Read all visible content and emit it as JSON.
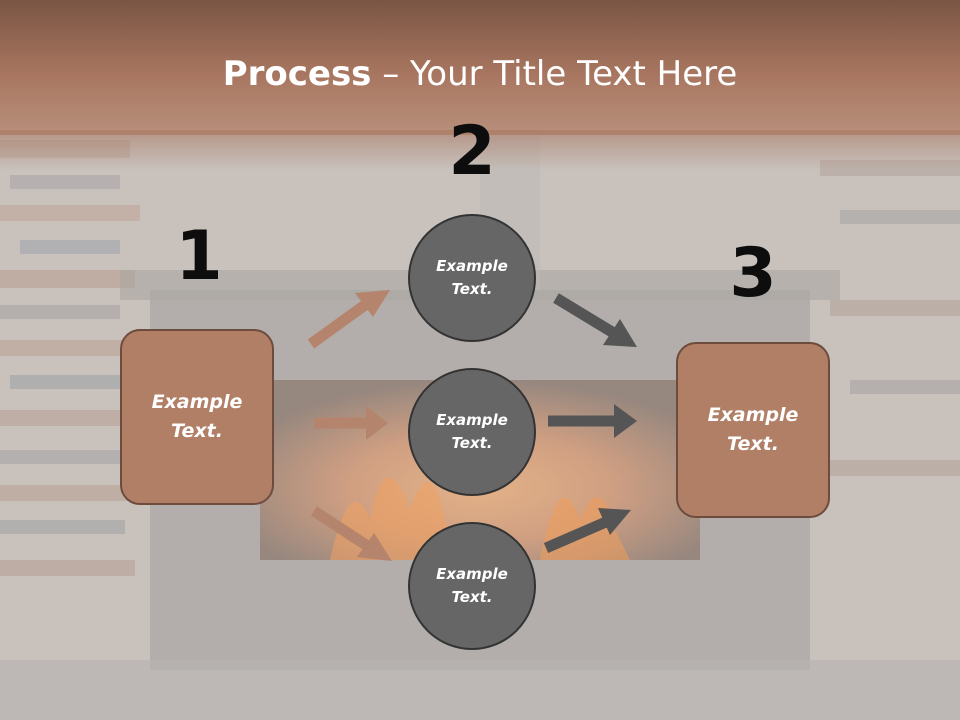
{
  "title": {
    "bold": "Process",
    "rest": " – Your Title Text Here"
  },
  "steps": [
    {
      "number": "1",
      "text_line1": "Example",
      "text_line2": "Text."
    },
    {
      "number": "2"
    },
    {
      "number": "3",
      "text_line1": "Example",
      "text_line2": "Text."
    }
  ],
  "circles": [
    {
      "text_line1": "Example",
      "text_line2": "Text."
    },
    {
      "text_line1": "Example",
      "text_line2": "Text."
    },
    {
      "text_line1": "Example",
      "text_line2": "Text."
    }
  ],
  "colors": {
    "header_band": "#a87660",
    "box_fill": "#b07f66",
    "box_border": "#6e4c3d",
    "circle_fill": "#666666",
    "circle_border": "#333333",
    "arrow_left": "#b5846c",
    "arrow_right": "#555555",
    "number_text": "#0d0d0d"
  }
}
